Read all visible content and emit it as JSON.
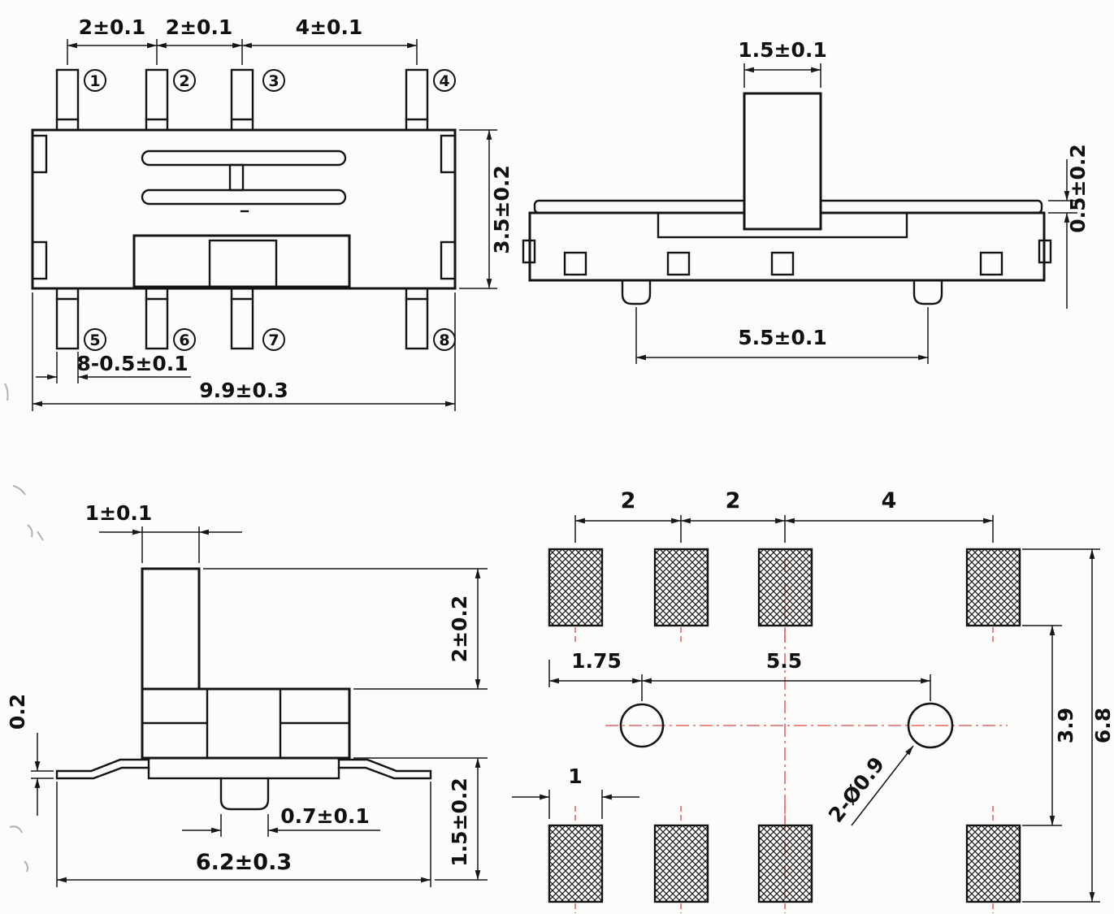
{
  "drawing": {
    "background_color": "#fcfcfb",
    "line_color": "#141414",
    "dimension_color": "#161616",
    "centerline_color": "#e06666"
  },
  "top_view": {
    "pins": [
      "1",
      "2",
      "3",
      "4",
      "5",
      "6",
      "7",
      "8"
    ],
    "dims": {
      "pitch_1_2": "2±0.1",
      "pitch_2_3": "2±0.1",
      "pitch_3_4": "4±0.1",
      "body_depth": "3.5±0.2",
      "pin_width": "8-0.5±0.1",
      "overall_width": "9.9±0.3"
    }
  },
  "front_view": {
    "dims": {
      "knob_width": "1.5±0.1",
      "cover_thickness": "0.5±0.2",
      "leg_pitch": "5.5±0.1"
    }
  },
  "side_view": {
    "dims": {
      "knob_thickness": "1±0.1",
      "knob_height": "2±0.2",
      "lead_thickness": "0.2",
      "boss_width": "0.7±0.1",
      "overall_depth": "6.2±0.3",
      "lower_height": "1.5±0.2"
    }
  },
  "footprint_view": {
    "dims": {
      "pad_pitch_1_2": "2",
      "pad_pitch_2_3": "2",
      "pad_pitch_3_4": "4",
      "hole_offset": "1.75",
      "hole_pitch": "5.5",
      "row_gap": "3.9",
      "overall_height": "6.8",
      "pad_width": "1",
      "hole_callout": "2-Ø0.9"
    }
  }
}
